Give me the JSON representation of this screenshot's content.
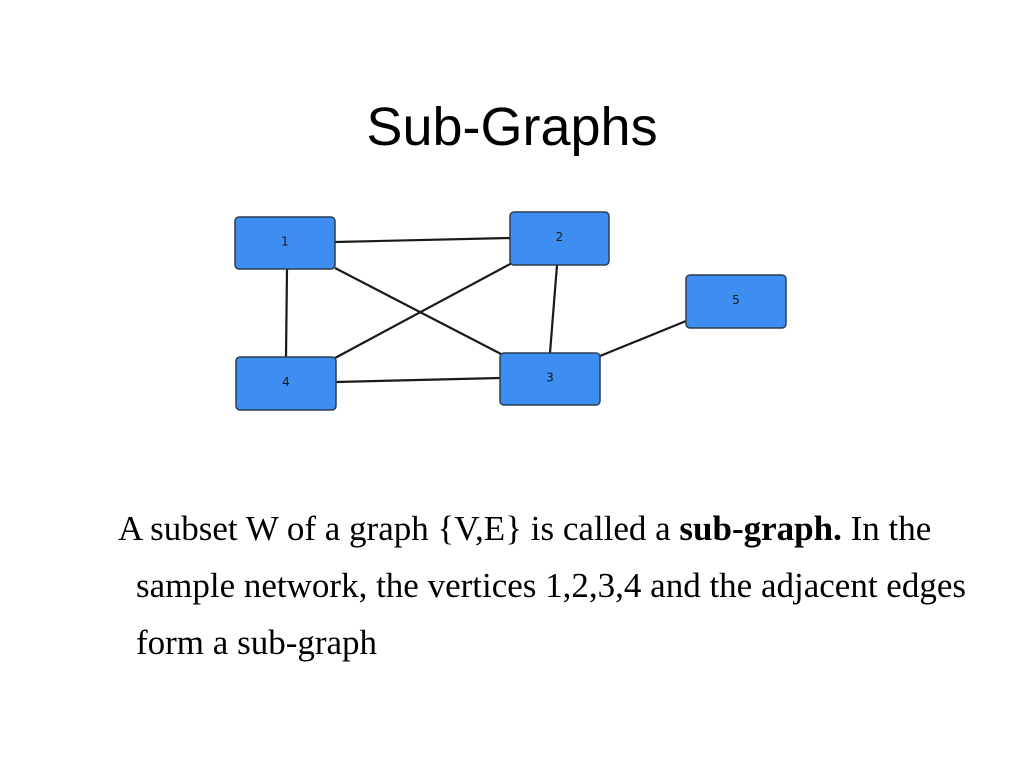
{
  "slide": {
    "title": "Sub-Graphs",
    "body": {
      "before_bold": "A subset W of a graph {V,E} is called a ",
      "bold": "sub-graph.",
      "after_bold": " In the sample network, the vertices 1,2,3,4 and the adjacent edges form a sub-graph"
    }
  },
  "colors": {
    "node_fill": "#3d8ef0",
    "node_border": "#2c3e50",
    "edge": "#1a1a1a"
  },
  "graph": {
    "nodes": [
      {
        "id": "1",
        "label": "1"
      },
      {
        "id": "2",
        "label": "2"
      },
      {
        "id": "3",
        "label": "3"
      },
      {
        "id": "4",
        "label": "4"
      },
      {
        "id": "5",
        "label": "5"
      }
    ],
    "edges": [
      {
        "from": "1",
        "to": "2"
      },
      {
        "from": "1",
        "to": "4"
      },
      {
        "from": "1",
        "to": "3"
      },
      {
        "from": "2",
        "to": "4"
      },
      {
        "from": "2",
        "to": "3"
      },
      {
        "from": "4",
        "to": "3"
      },
      {
        "from": "3",
        "to": "5"
      }
    ]
  }
}
